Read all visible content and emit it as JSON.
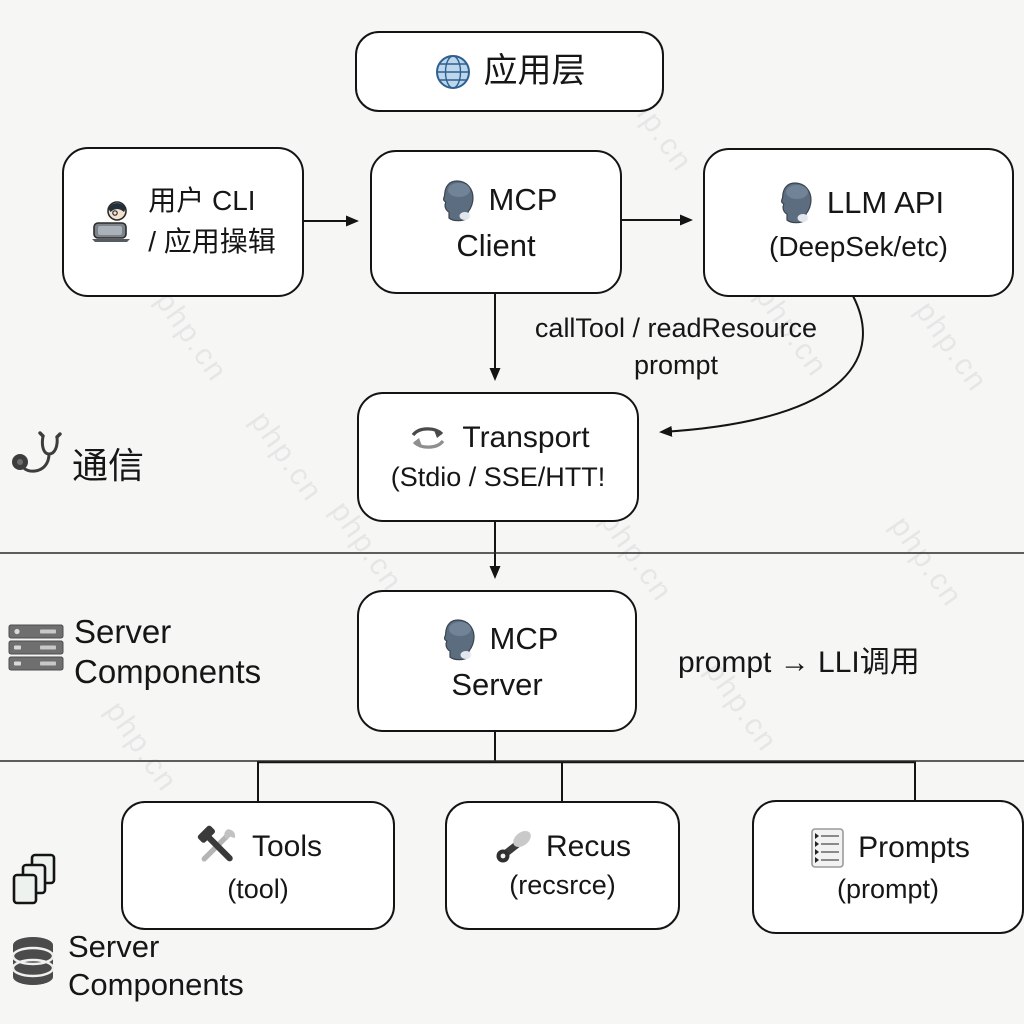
{
  "watermark": "php.cn",
  "colors": {
    "background": "#f6f6f5",
    "box_fill": "#ffffff",
    "box_border": "#141414",
    "text": "#161616",
    "head_icon": "#5c6d80",
    "globe_icon": "#bcd7ec"
  },
  "nodes": {
    "app_layer": {
      "icon": "globe-icon",
      "label": "应用层"
    },
    "user_cli": {
      "icon": "technologist-icon",
      "line1": "用户 CLI",
      "line2": "/ 应用操辑"
    },
    "mcp_client": {
      "icon": "head-icon",
      "line1": "MCP",
      "line2": "Client"
    },
    "llm_api": {
      "icon": "head-icon",
      "line1": "LLM API",
      "line2": "(DeepSek/etc)"
    },
    "transport": {
      "icon": "transport-arrows-icon",
      "line1": "Transport",
      "line2": "(Stdio / SSE/HTT!"
    },
    "mcp_server": {
      "icon": "head-icon",
      "line1": "MCP",
      "line2": "Server"
    },
    "tools": {
      "icon": "hammer-wrench-icon",
      "line1": "Tools",
      "line2": "(tool)"
    },
    "resources": {
      "icon": "wrench-icon",
      "line1": "Recus",
      "line2": "(recsrce)"
    },
    "prompts": {
      "icon": "list-icon",
      "line1": "Prompts",
      "line2": "(prompt)"
    }
  },
  "labels": {
    "communication": "通信",
    "server_components_mid": {
      "line1": "Server",
      "line2": "Components"
    },
    "server_components_bottom": {
      "line1": "Server",
      "line2": "Components"
    },
    "call_edge": {
      "line1": "callTool / readResource",
      "line2": "prompt"
    },
    "prompt_flow": "prompt → LLI调用"
  }
}
